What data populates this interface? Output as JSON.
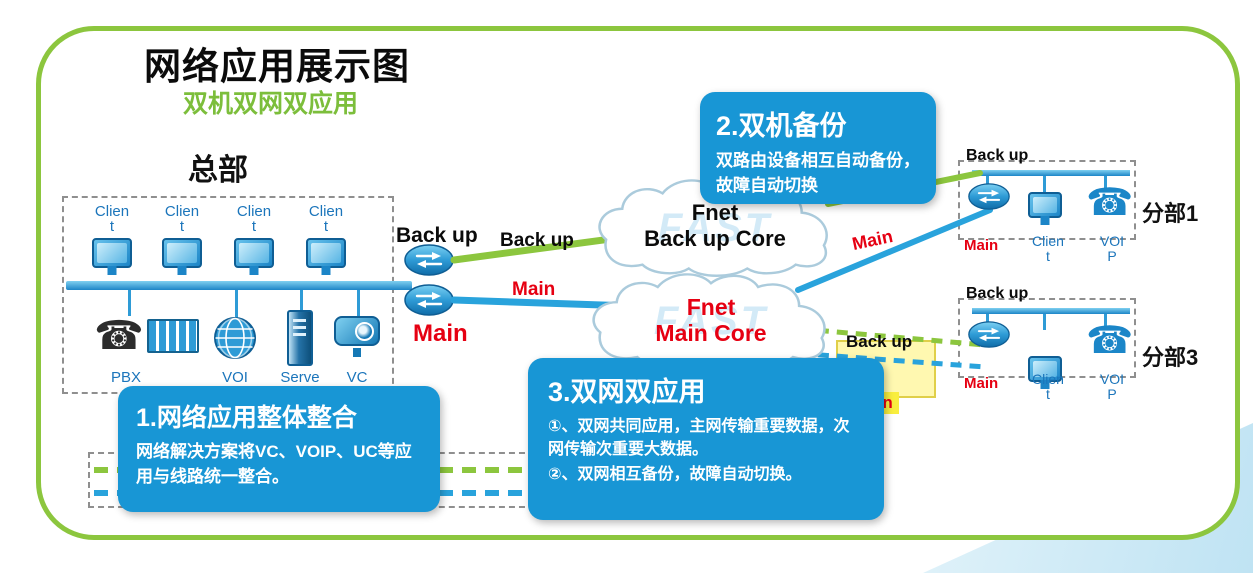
{
  "page": {
    "title": "网络应用展示图",
    "subtitle": "双机双网双应用"
  },
  "colors": {
    "frame_green": "#8CC63E",
    "line_green": "#8CC63E",
    "line_blue": "#29A3DC",
    "callout_blue": "#1896D5",
    "accent_red": "#E60012",
    "label_blue": "#1B75BB",
    "highlight_yellow": "#FFF8B0"
  },
  "icons": {
    "phone_glyph": "☎"
  },
  "hq": {
    "label": "总部",
    "client_line1": "Clien",
    "client_line2": "t",
    "pbx_label": "PBX",
    "voip_label": "VOI",
    "server_label": "Serve",
    "vc_label": "VC"
  },
  "core": {
    "backup_router_label": "Back up",
    "main_router_label": "Main",
    "backup_link_label": "Back up",
    "main_link_label": "Main",
    "backup_cloud_line1": "Fnet",
    "backup_cloud_line2": "Back up Core",
    "main_cloud_line1": "Fnet",
    "main_cloud_line2": "Main Core",
    "cloud_watermark": "FAST"
  },
  "branch1": {
    "name": "分部1",
    "backup_label": "Back up",
    "main_label": "Main",
    "link_main_label": "Main",
    "client_line1": "Clien",
    "client_line2": "t",
    "voip_line1": "VOI",
    "voip_line2": "P"
  },
  "branch3": {
    "name": "分部3",
    "backup_label": "Back up",
    "main_label": "Main",
    "link_backup_label": "Back up",
    "link_main_label": "Main",
    "client_line1": "Clien",
    "client_line2": "t",
    "voip_line1": "VOI",
    "voip_line2": "P"
  },
  "callouts": {
    "c1": {
      "title": "1.网络应用整体整合",
      "body": "网络解决方案将VC、VOIP、UC等应用与线路统一整合。"
    },
    "c2": {
      "title": "2.双机备份",
      "body": "双路由设备相互自动备份，故障自动切换"
    },
    "c3": {
      "title": "3.双网双应用",
      "body1": "①、双网共同应用，主网传输重要数据，次网传输次重要大数据。",
      "body2": "②、双网相互备份，故障自动切换。"
    }
  }
}
